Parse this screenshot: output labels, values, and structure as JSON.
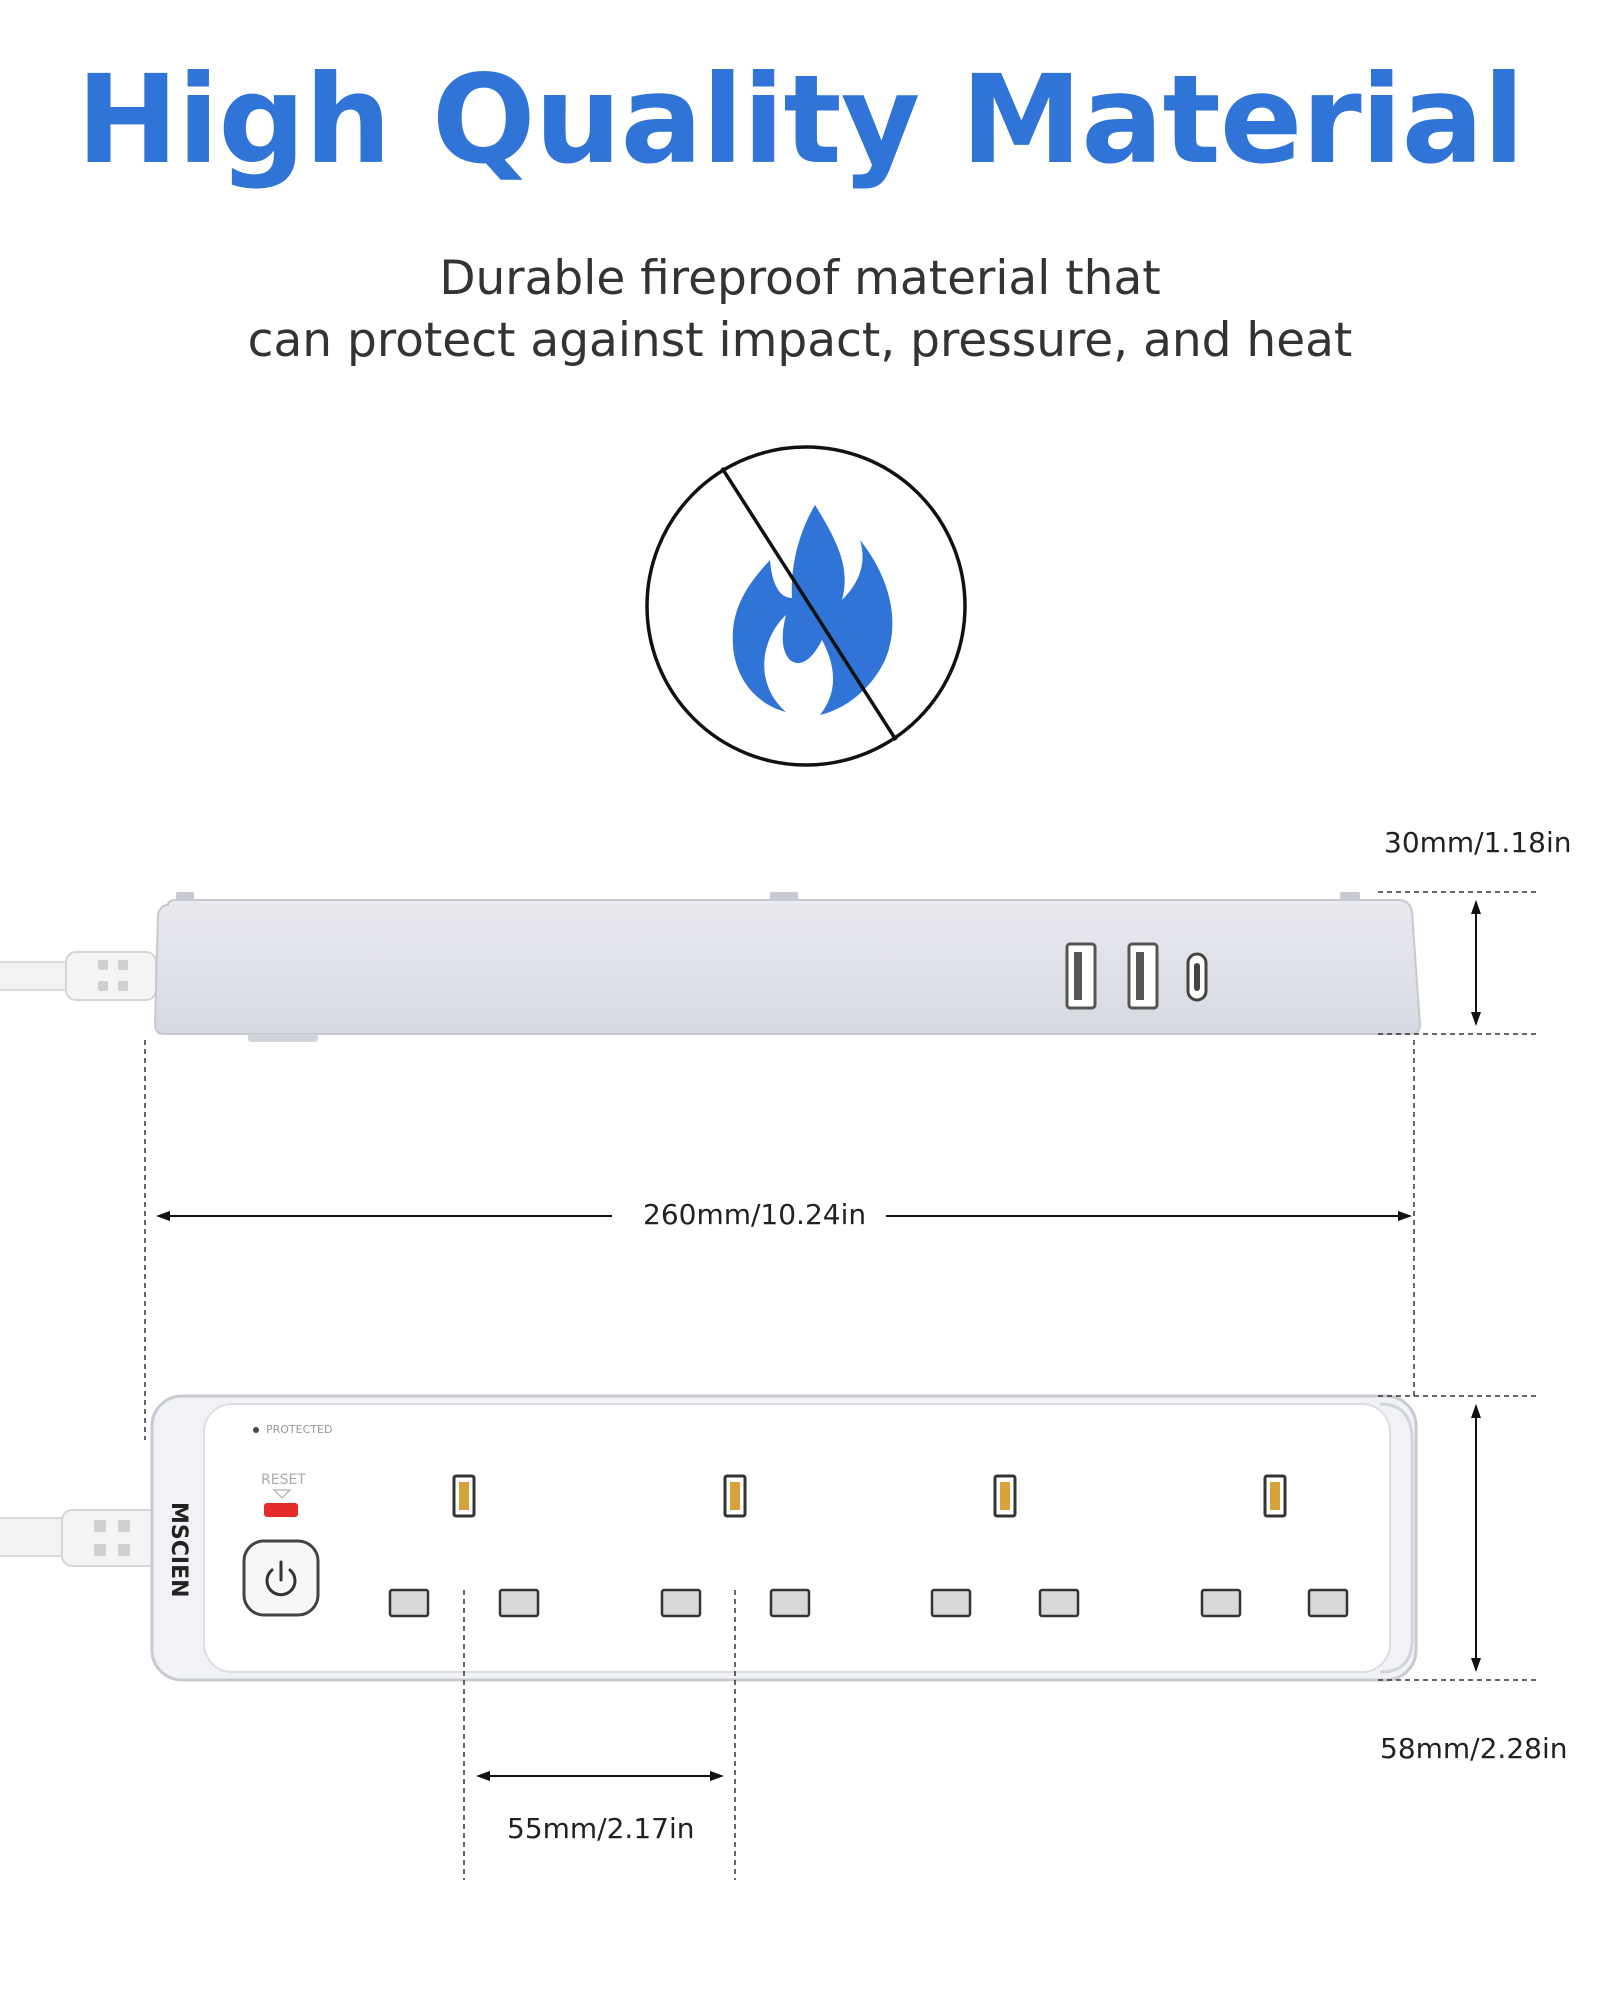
{
  "header": {
    "title": "High Quality Material",
    "subtitle_line1": "Durable fireproof material that",
    "subtitle_line2": "can protect against impact, pressure, and heat"
  },
  "icons": {
    "fireproof": "no-fire-icon",
    "power": "power-icon"
  },
  "dimensions": {
    "height": "30mm/1.18in",
    "length": "260mm/10.24in",
    "width": "58mm/2.28in",
    "socket_spacing": "55mm/2.17in"
  },
  "product": {
    "brand": "MSCIEN",
    "protected_label": "PROTECTED",
    "reset_label": "RESET"
  },
  "colors": {
    "accent_blue": "#2F74D6",
    "reset_red": "#E52A2A"
  }
}
